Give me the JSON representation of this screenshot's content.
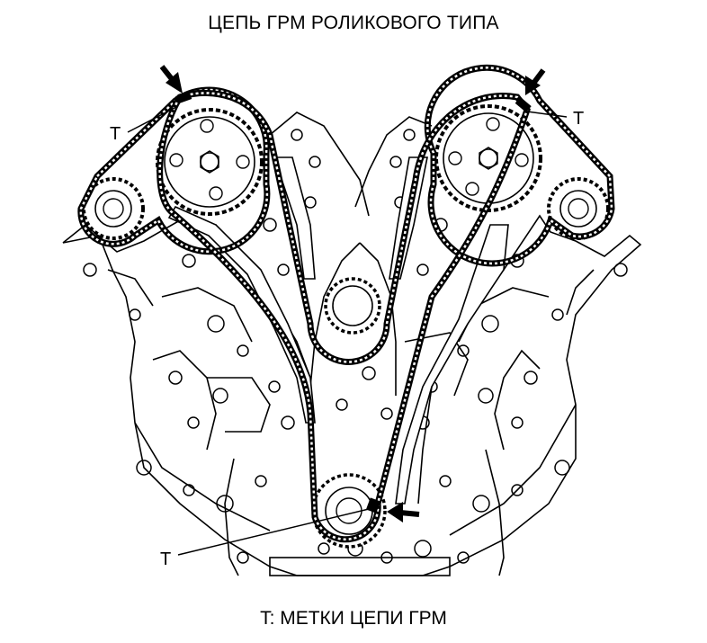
{
  "diagram": {
    "title": "ЦЕПЬ ГРМ РОЛИКОВОГО ТИПА",
    "caption": "T: МЕТКИ ЦЕПИ ГРМ",
    "mark_labels": [
      "T",
      "T",
      "T"
    ]
  }
}
